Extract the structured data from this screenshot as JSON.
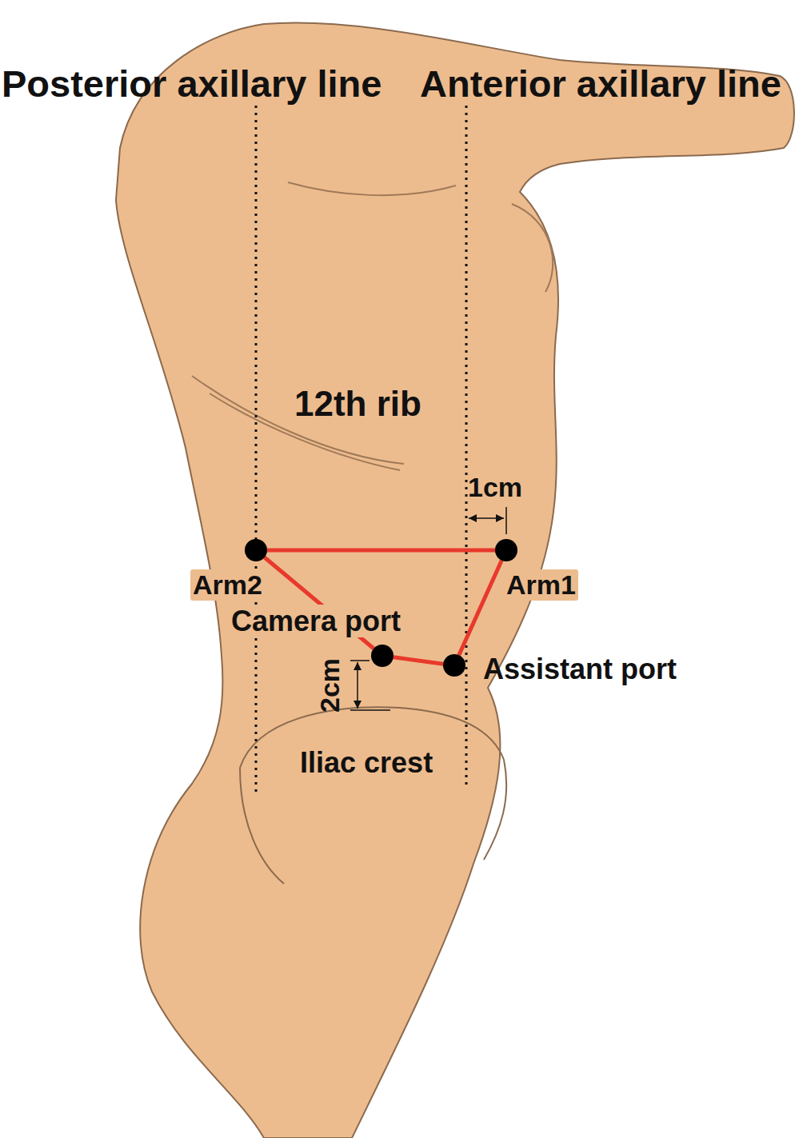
{
  "diagram": {
    "nodes": [
      {
        "text": [
          "Arm2"
        ]
      },
      {
        "text": [
          "Arm1"
        ]
      },
      {
        "text": [
          "Camera port"
        ]
      },
      {
        "text": [
          "Assistant port"
        ]
      }
    ],
    "edges": [
      {
        "from": 0,
        "to": 1,
        "arrow": "none"
      },
      {
        "from": 1,
        "to": 3,
        "arrow": "none"
      },
      {
        "from": 3,
        "to": 2,
        "arrow": "none"
      },
      {
        "from": 2,
        "to": 0,
        "arrow": "none"
      }
    ],
    "labels": [
      "Posterior axillary line",
      "Anterior axillary line",
      "12th rib",
      "1cm",
      "2cm",
      "Iliac crest"
    ]
  }
}
